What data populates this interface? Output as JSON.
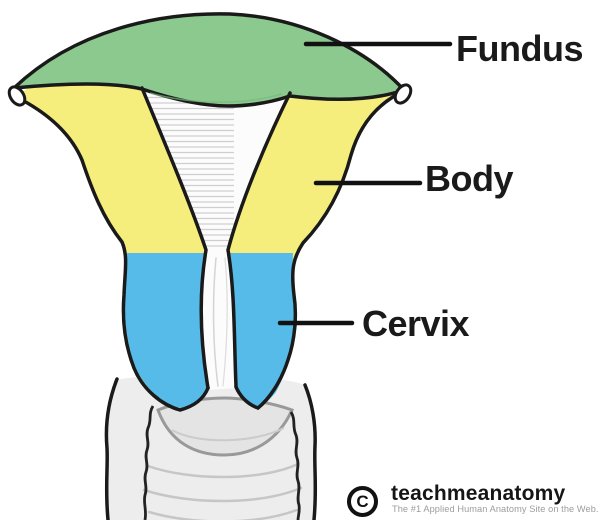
{
  "labels": {
    "fundus": "Fundus",
    "body": "Body",
    "cervix": "Cervix"
  },
  "logo": {
    "symbol": "C",
    "name": "teachmeanatomy",
    "tagline": "The #1 Applied Human Anatomy Site on the Web."
  },
  "colors": {
    "fundus_green": "#8CC98F",
    "body_yellow": "#F5EE7D",
    "cervix_blue": "#56BBE9",
    "outline": "#1A1A1A",
    "leader_line": "#111111"
  }
}
